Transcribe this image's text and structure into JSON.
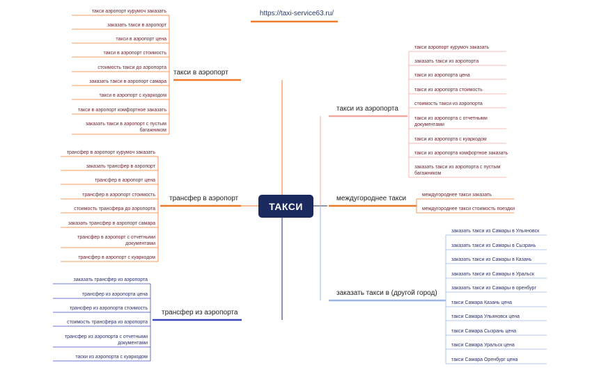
{
  "header": {
    "url": "https://taxi-service63.ru/"
  },
  "center": {
    "label": "ТАКСИ"
  },
  "colors": {
    "orange": "#f07a2a",
    "pink": "#f4a6a0",
    "navy": "#1b2a5e",
    "blue": "#9cb6e6",
    "indigo": "#3c46c0"
  },
  "branches": {
    "to_airport": {
      "label": "такси в аэропорт",
      "items": [
        "такси аэропорт курумоч заказать",
        "заказать такси в аэропорт",
        "такси в аэропорт цена",
        "такси в аэропорт стоимость",
        "стоимость такси до аэропорта",
        "заказать такси в аэропорт самара",
        "такси в аэропорт с куаркодом",
        "такси в аэропорт комфортное заказать",
        "заказать такси в аэропорт с пустым багажником"
      ]
    },
    "from_airport": {
      "label": "такси из аэропорта",
      "items": [
        "такси аэропорт курумоч заказать",
        "заказать такси из аэропорта",
        "такси из аэропорта цена",
        "такси из аэропорта стоимость",
        "стоимость такси из аэропорта",
        "такси из аэропорта с отчетными документами",
        "такси из аэропорта с куаркодом",
        "такси из аэропорта комфортное заказать",
        "заказать такси из аэропорта с пустым багажником"
      ]
    },
    "transfer_to": {
      "label": "трансфер в аэропорт",
      "items": [
        "трансфер в аэропорт курумоч заказать",
        "заказать трансфер в аэропорт",
        "трансфер в аэропорт цена",
        "трансфер в аэропорт стоимость",
        "стоимость трансфера до аэропорта",
        "заказать трансфер в аэропорт самара",
        "трансфер в аэропорт с отчетными документами",
        "трансфер в аэропорт с куаркодом"
      ]
    },
    "intercity": {
      "label": "междугороднее такси",
      "items": [
        "междугороднее такси заказать",
        "междугороднее такси стоимость поездки"
      ]
    },
    "other_city": {
      "label": "заказать такси в (другой город)",
      "items": [
        "заказать такси из Самары в Ульяновск",
        "заказать такси из Самары в Сызрань",
        "заказать такси из Самары в Казань",
        "заказать такси из Самары в Уральск",
        "заказать такси из Самары в оренбург",
        "такси Самара Казань цена",
        "такси Самара Ульяновск цена",
        "такси Самара Сызрань цена",
        "такси Самара Уральск цена",
        "такси Самара Оренбург цена"
      ]
    },
    "transfer_from": {
      "label": "трансфер из аэропорта",
      "items": [
        "заказать трансфер из аэропорта",
        "трансфер из аэропорта цена",
        "трансфер из аэропорта стоимость",
        "стоимость трансфера из аэропорта",
        "трансфер из аэропорта с отчетными документами",
        "таски из аэропорта с куаркодом"
      ]
    }
  }
}
